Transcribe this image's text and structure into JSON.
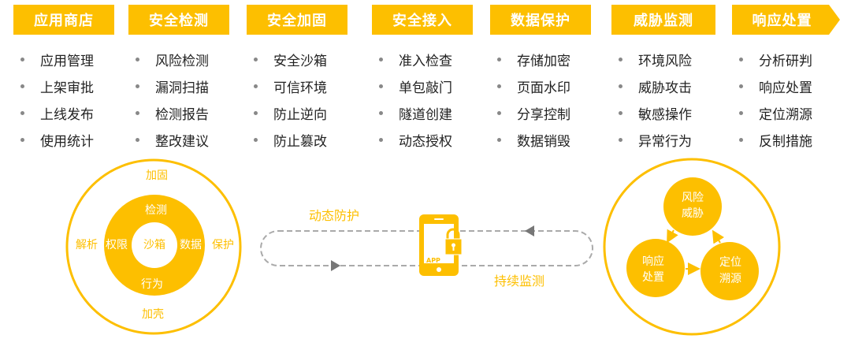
{
  "columns": [
    {
      "title": "应用商店",
      "items": [
        "应用管理",
        "上架审批",
        "上线发布",
        "使用统计"
      ]
    },
    {
      "title": "安全检测",
      "items": [
        "风险检测",
        "漏洞扫描",
        "检测报告",
        "整改建议"
      ]
    },
    {
      "title": "安全加固",
      "items": [
        "安全沙箱",
        "可信环境",
        "防止逆向",
        "防止篡改"
      ]
    },
    {
      "title": "安全接入",
      "items": [
        "准入检查",
        "单包敲门",
        "隧道创建",
        "动态授权"
      ]
    },
    {
      "title": "数据保护",
      "items": [
        "存储加密",
        "页面水印",
        "分享控制",
        "数据销毁"
      ]
    },
    {
      "title": "威胁监测",
      "items": [
        "环境风险",
        "威胁攻击",
        "敏感操作",
        "异常行为"
      ]
    },
    {
      "title": "响应处置",
      "items": [
        "分析研判",
        "响应处置",
        "定位溯源",
        "反制措施"
      ]
    }
  ],
  "left_diagram": {
    "outer": {
      "top": "加固",
      "bottom": "加壳",
      "left": "解析",
      "right": "保护"
    },
    "ring": {
      "top": "检测",
      "bottom": "行为",
      "left": "权限",
      "right": "数据"
    },
    "center": "沙箱"
  },
  "middle_diagram": {
    "top_label": "动态防护",
    "bottom_label": "持续监测",
    "phone_label": "APP"
  },
  "right_diagram": {
    "nodes": [
      {
        "line1": "风险",
        "line2": "威胁"
      },
      {
        "line1": "响应",
        "line2": "处置"
      },
      {
        "line1": "定位",
        "line2": "溯源"
      }
    ]
  },
  "colors": {
    "accent": "#FDBF00",
    "text": "#222222",
    "dash": "#AAAAAA"
  }
}
